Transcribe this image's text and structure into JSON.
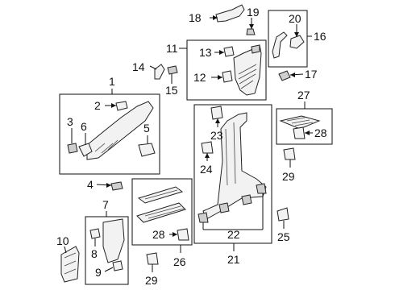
{
  "diagram": {
    "labels": {
      "n1": "1",
      "n2": "2",
      "n3": "3",
      "n4": "4",
      "n5": "5",
      "n6": "6",
      "n7": "7",
      "n8": "8",
      "n9": "9",
      "n10": "10",
      "n11": "11",
      "n12": "12",
      "n13": "13",
      "n14": "14",
      "n15": "15",
      "n16": "16",
      "n17": "17",
      "n18": "18",
      "n19": "19",
      "n20": "20",
      "n21": "21",
      "n22": "22",
      "n23": "23",
      "n24": "24",
      "n25": "25",
      "n26": "26",
      "n27": "27",
      "n28a": "28",
      "n28b": "28",
      "n29a": "29",
      "n29b": "29"
    }
  }
}
